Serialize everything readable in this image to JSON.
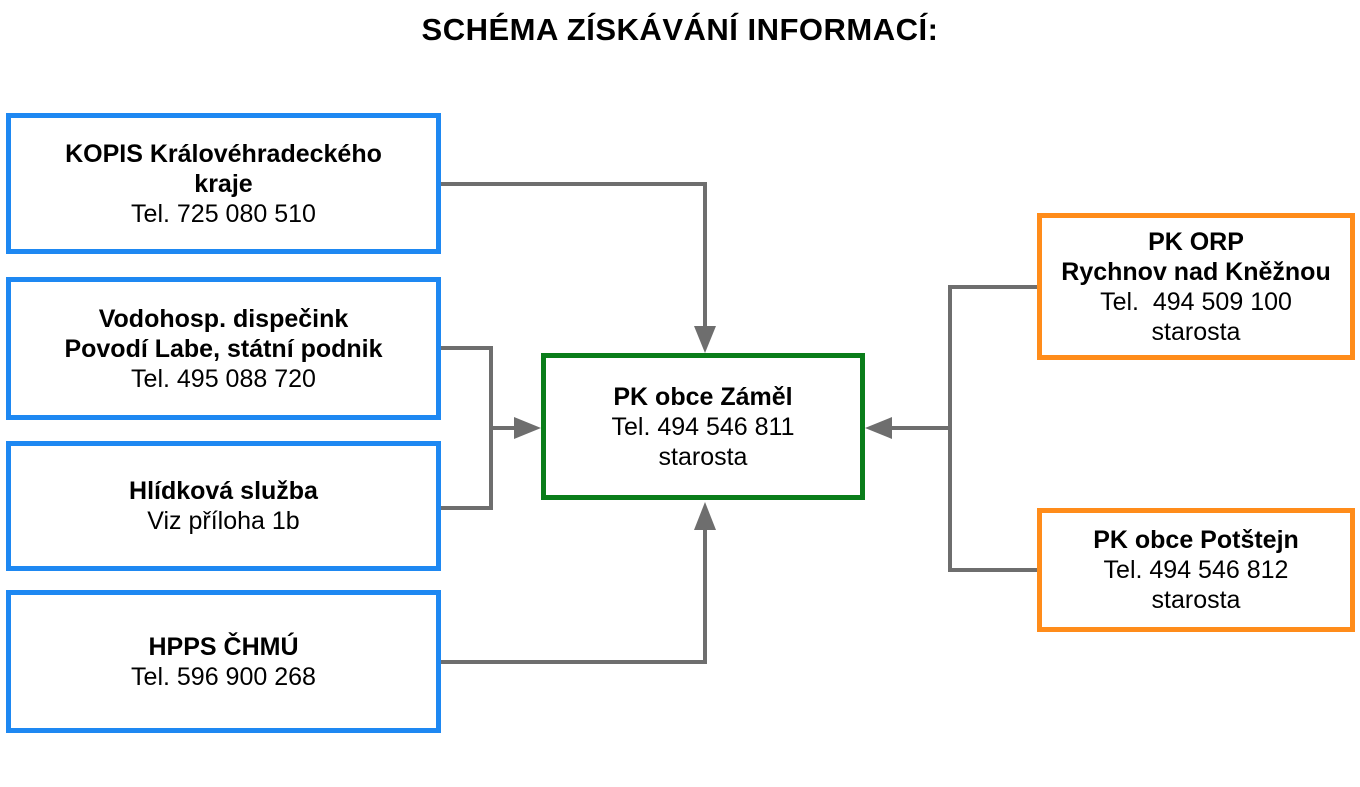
{
  "title": "SCHÉMA ZÍSKÁVÁNÍ INFORMACÍ:",
  "colors": {
    "source_border": "#1E88F2",
    "center_border": "#0A7D1A",
    "right_border": "#FF8C1A",
    "connector": "#6E6E6E"
  },
  "boxes": {
    "kopis": {
      "line1": "KOPIS Královéhradeckého",
      "line2": "kraje",
      "tel": "Tel. 725 080 510"
    },
    "vodohosp": {
      "line1": "Vodohosp. dispečink",
      "line2": "Povodí Labe, státní podnik",
      "tel": "Tel. 495 088 720"
    },
    "hlidkova": {
      "line1": "Hlídková služba",
      "note": "Viz příloha 1b"
    },
    "hpps": {
      "line1": "HPPS ČHMÚ",
      "tel": "Tel. 596 900 268"
    },
    "center": {
      "line1": "PK obce Záměl",
      "tel": "Tel. 494 546 811",
      "role": "starosta"
    },
    "orp": {
      "line1": "PK ORP",
      "line2": "Rychnov nad Kněžnou",
      "tel": "Tel.  494 509 100",
      "role": "starosta"
    },
    "potstejn": {
      "line1": "PK obce Potštejn",
      "tel": "Tel. 494 546 812",
      "role": "starosta"
    }
  }
}
